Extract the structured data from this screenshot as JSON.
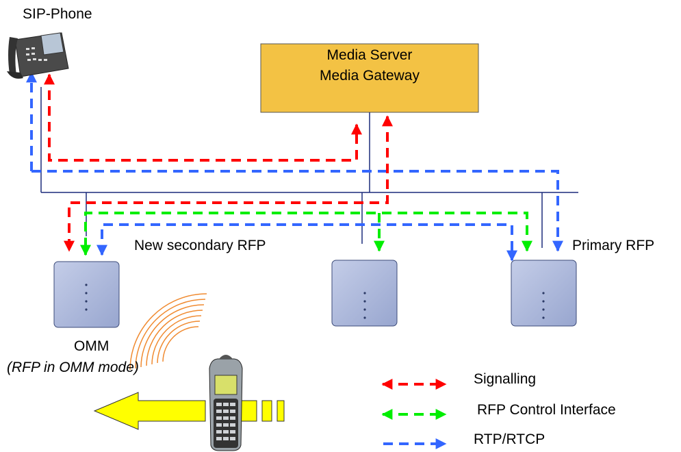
{
  "labels": {
    "sip_phone": "SIP-Phone",
    "server_line1": "Media Server",
    "server_line2": "Media Gateway",
    "new_secondary_rfp": "New secondary RFP",
    "primary_rfp": "Primary RFP",
    "omm": "OMM",
    "omm_mode": "(RFP in OMM mode)"
  },
  "legend": [
    {
      "label": "Signalling",
      "color": "#ff0000"
    },
    {
      "label": "RFP Control Interface",
      "color": "#00ee00"
    },
    {
      "label": "RTP/RTCP",
      "color": "#3366ff"
    }
  ],
  "colors": {
    "signalling": "#ff0000",
    "control": "#00ee00",
    "rtp": "#3366ff",
    "server_fill": "#f3c244",
    "rfp_fill": "#aab6d8",
    "network_line": "#1a2a7a",
    "handover_arrow": "#ffff00"
  },
  "icons": {
    "sip_phone": "desk-phone-icon",
    "handset": "dect-handset-icon",
    "radio_waves": "radio-waves-icon",
    "handover_arrow": "handover-arrow-icon"
  }
}
